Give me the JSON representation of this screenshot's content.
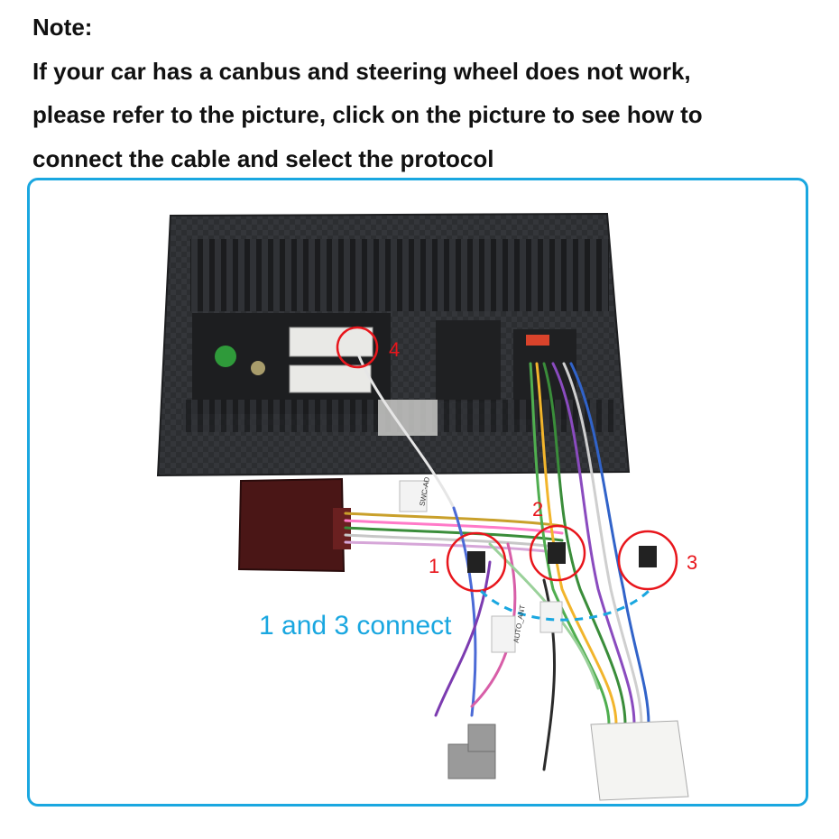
{
  "note": {
    "title": "Note:",
    "lines": [
      "If your car has a canbus and steering wheel does not work,",
      "please refer to the picture, click on the picture to see how to",
      "connect the cable and select the protocol"
    ]
  },
  "photo": {
    "callouts": [
      "1",
      "2",
      "3",
      "4"
    ],
    "connect_label": "1 and 3 connect",
    "accent_red": "#e8161c",
    "accent_blue": "#1aa7e0",
    "wire_tags": [
      "SWC-AD",
      "AUTO_ANT"
    ]
  }
}
